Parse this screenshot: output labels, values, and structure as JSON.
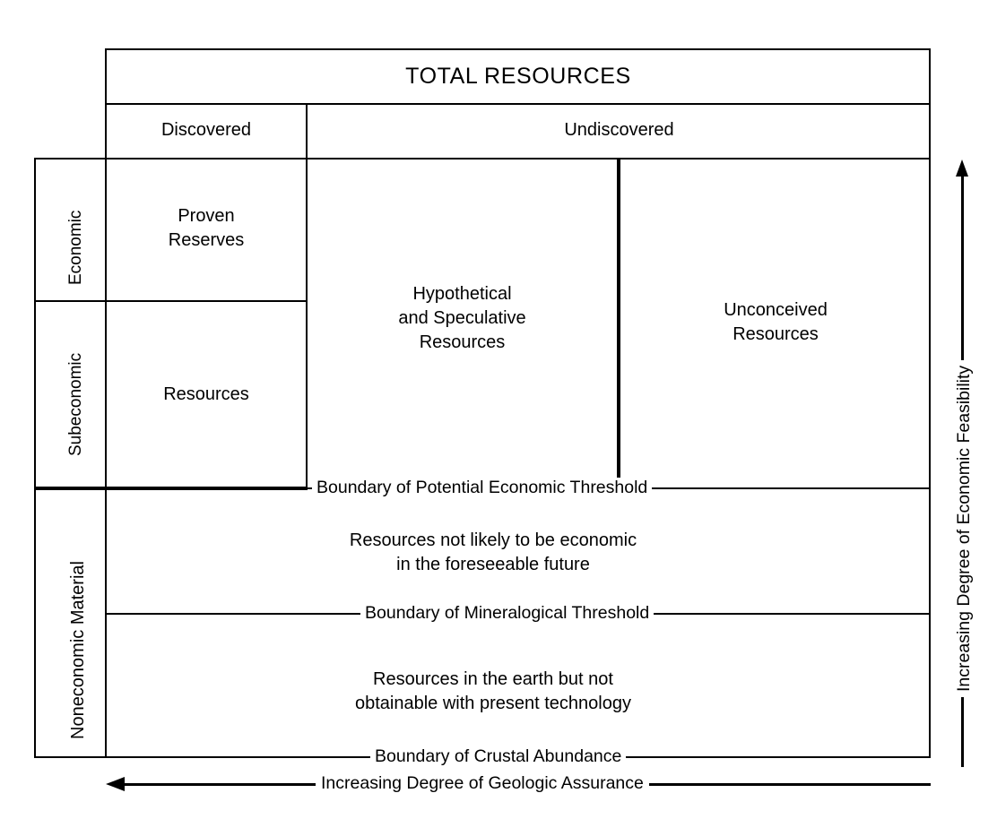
{
  "diagram": {
    "title": "TOTAL RESOURCES",
    "column_headers": [
      "Discovered",
      "Undiscovered"
    ],
    "row_labels": [
      "Economic",
      "Subeconomic",
      "Noneconomic Material"
    ],
    "cells": {
      "proven_reserves": "Proven\nReserves",
      "resources": "Resources",
      "hypothetical": "Hypothetical\nand Speculative\nResources",
      "unconceived": "Unconceived\nResources",
      "not_likely": "Resources not likely to be economic\nin the foreseeable future",
      "not_obtainable": "Resources in the earth but not\nobtainable with present technology"
    },
    "boundaries": [
      "Boundary of Potential Economic Threshold",
      "Boundary of Mineralogical Threshold",
      "Boundary of Crustal Abundance"
    ],
    "axes": {
      "horizontal": "Increasing Degree of Geologic Assurance",
      "vertical": "Increasing Degree of Economic Feasibility"
    },
    "colors": {
      "line": "#000000",
      "background": "#ffffff",
      "text": "#000000"
    }
  }
}
